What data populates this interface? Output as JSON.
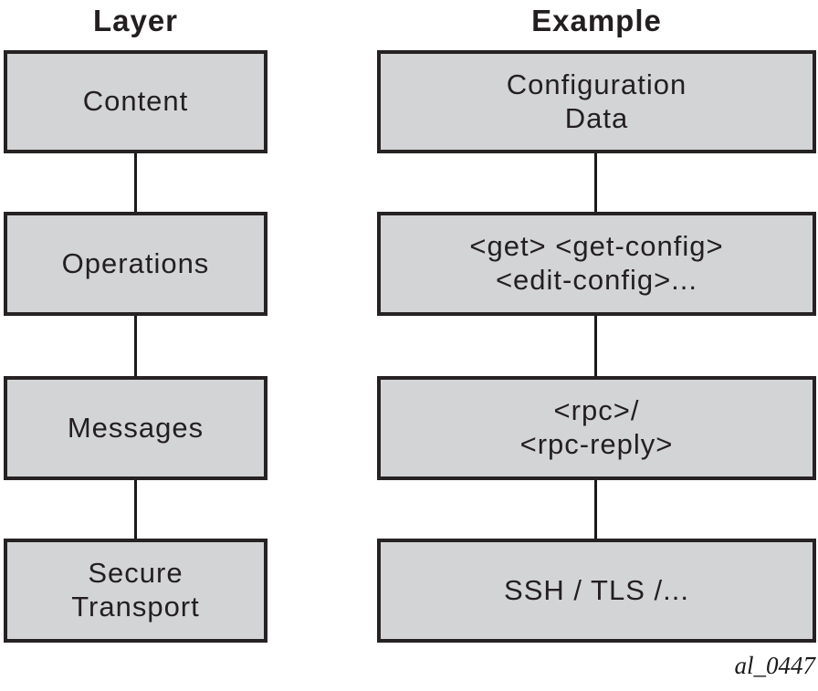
{
  "diagram": {
    "title_left_column": "Layer",
    "title_right_column": "Example",
    "columns": [
      {
        "header": "Layer",
        "boxes": [
          "Content",
          "Operations",
          "Messages",
          "Secure\nTransport"
        ]
      },
      {
        "header": "Example",
        "boxes": [
          "Configuration\nData",
          "<get> <get-config>\n<edit-config>...",
          "<rpc>/\n<rpc-reply>",
          "SSH / TLS /..."
        ]
      }
    ],
    "caption": "al_0447",
    "colors": {
      "box_fill": "#d3d4d6",
      "box_border": "#262223",
      "text": "#231f20",
      "connector": "#1a1a1a",
      "background": "#ffffff"
    }
  }
}
